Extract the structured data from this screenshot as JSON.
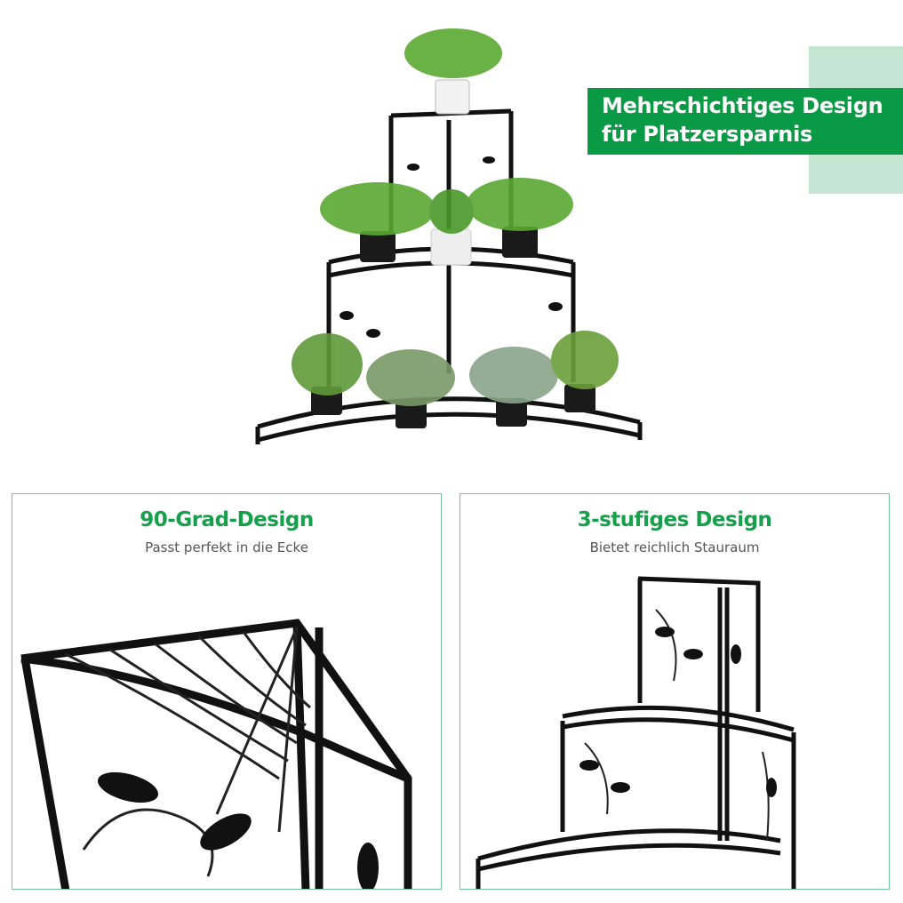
{
  "hero": {
    "banner_line1": "Mehrschichtiges Design",
    "banner_line2": "für Platzersparnis"
  },
  "panels": [
    {
      "title": "90-Grad-Design",
      "subtitle": "Passt perfekt in die Ecke"
    },
    {
      "title": "3-stufiges Design",
      "subtitle": "Bietet reichlich Stauraum"
    }
  ],
  "colors": {
    "brand_green": "#0a9a45",
    "accent_light": "#c4e6d3",
    "panel_border": "#6fc39a",
    "title_green": "#17a04c"
  }
}
